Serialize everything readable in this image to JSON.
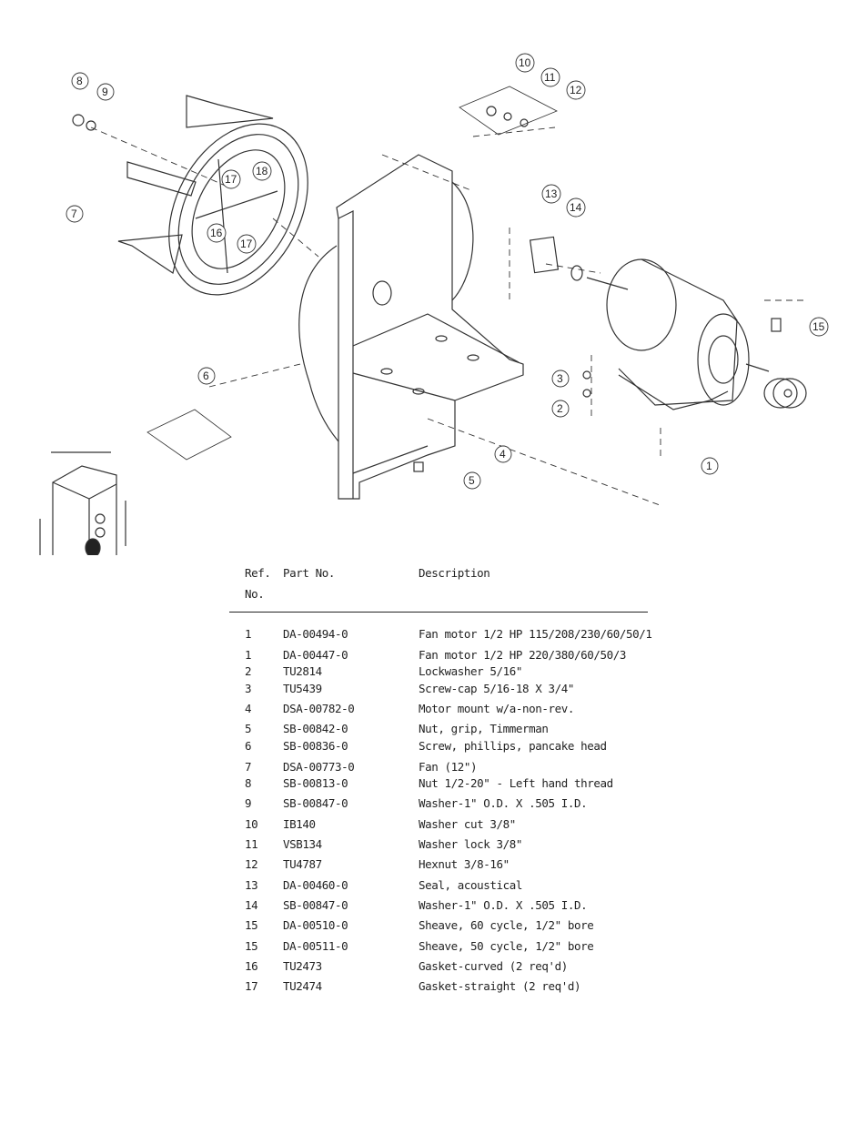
{
  "callouts": [
    "1",
    "2",
    "3",
    "4",
    "5",
    "6",
    "7",
    "8",
    "9",
    "10",
    "11",
    "12",
    "13",
    "14",
    "15",
    "16",
    "17",
    "18"
  ],
  "table": {
    "headers": {
      "ref": "Ref.",
      "ref2": "No.",
      "part": "Part No.",
      "desc": "Description"
    },
    "rows": [
      {
        "ref": "1",
        "part": "DA-00494-0",
        "desc": "Fan motor 1/2 HP 115/208/230/60/50/1"
      },
      {
        "ref": "1",
        "part": "DA-00447-0",
        "desc": "Fan motor 1/2 HP 220/380/60/50/3"
      },
      {
        "ref": "2",
        "part": "TU2814",
        "desc": "Lockwasher 5/16\""
      },
      {
        "ref": "3",
        "part": "TU5439",
        "desc": "Screw-cap 5/16-18 X 3/4\""
      },
      {
        "ref": "4",
        "part": "DSA-00782-0",
        "desc": "Motor mount w/a-non-rev."
      },
      {
        "ref": "5",
        "part": "SB-00842-0",
        "desc": "Nut, grip, Timmerman"
      },
      {
        "ref": "6",
        "part": "SB-00836-0",
        "desc": "Screw, phillips, pancake head"
      },
      {
        "ref": "7",
        "part": "DSA-00773-0",
        "desc": "Fan (12\")"
      },
      {
        "ref": "8",
        "part": "SB-00813-0",
        "desc": "Nut 1/2-20\" - Left hand thread"
      },
      {
        "ref": "9",
        "part": "SB-00847-0",
        "desc": "Washer-1\" O.D. X .505 I.D."
      },
      {
        "ref": "10",
        "part": "IB140",
        "desc": "Washer cut 3/8\""
      },
      {
        "ref": "11",
        "part": "VSB134",
        "desc": "Washer lock 3/8\""
      },
      {
        "ref": "12",
        "part": "TU4787",
        "desc": "Hexnut 3/8-16\""
      },
      {
        "ref": "13",
        "part": "DA-00460-0",
        "desc": "Seal, acoustical"
      },
      {
        "ref": "14",
        "part": "SB-00847-0",
        "desc": "Washer-1\" O.D. X .505 I.D."
      },
      {
        "ref": "15",
        "part": "DA-00510-0",
        "desc": "Sheave, 60 cycle, 1/2\" bore"
      },
      {
        "ref": "15",
        "part": "DA-00511-0",
        "desc": "Sheave, 50 cycle, 1/2\" bore"
      },
      {
        "ref": "16",
        "part": "TU2473",
        "desc": "Gasket-curved (2 req'd)"
      },
      {
        "ref": "17",
        "part": "TU2474",
        "desc": "Gasket-straight (2 req'd)"
      }
    ]
  }
}
